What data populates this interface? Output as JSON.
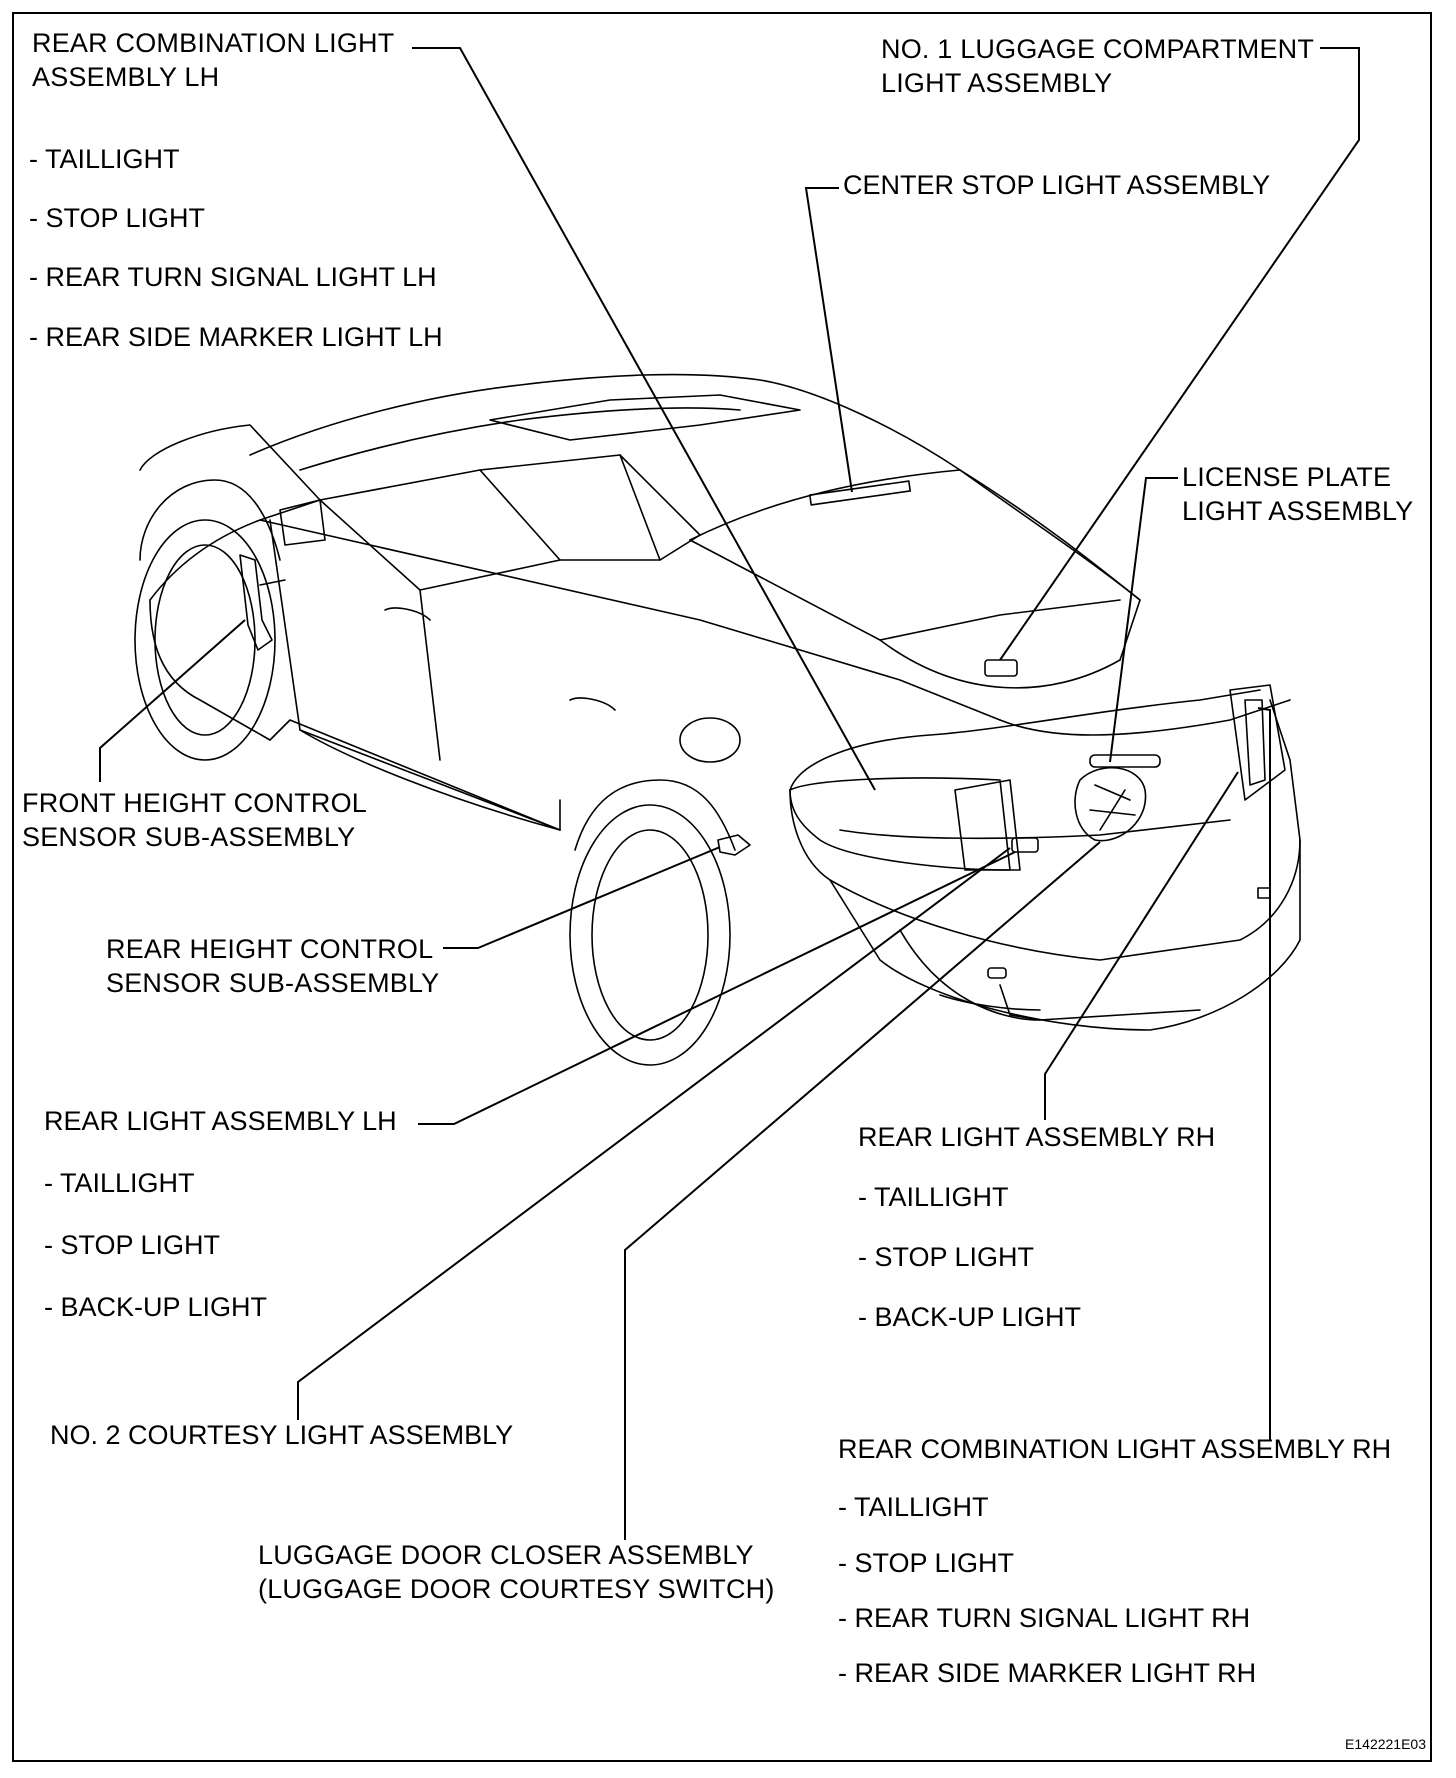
{
  "labels": {
    "rear_combo_lh": {
      "title_line1": "REAR COMBINATION LIGHT",
      "title_line2": "ASSEMBLY LH",
      "items": [
        "- TAILLIGHT",
        "- STOP LIGHT",
        "- REAR TURN SIGNAL LIGHT LH",
        "- REAR SIDE MARKER LIGHT LH"
      ]
    },
    "luggage_comp_light": {
      "line1": "NO. 1 LUGGAGE COMPARTMENT",
      "line2": "LIGHT ASSEMBLY"
    },
    "center_stop": "CENTER STOP LIGHT ASSEMBLY",
    "license_plate": {
      "line1": "LICENSE PLATE",
      "line2": "LIGHT ASSEMBLY"
    },
    "front_height": {
      "line1": "FRONT HEIGHT CONTROL",
      "line2": "SENSOR SUB-ASSEMBLY"
    },
    "rear_height": {
      "line1": "REAR HEIGHT CONTROL",
      "line2": "SENSOR SUB-ASSEMBLY"
    },
    "rear_light_lh": {
      "title": "REAR LIGHT ASSEMBLY LH",
      "items": [
        "- TAILLIGHT",
        "- STOP LIGHT",
        "- BACK-UP LIGHT"
      ]
    },
    "rear_light_rh": {
      "title": "REAR LIGHT ASSEMBLY RH",
      "items": [
        "- TAILLIGHT",
        "- STOP LIGHT",
        "- BACK-UP LIGHT"
      ]
    },
    "courtesy": "NO. 2 COURTESY LIGHT ASSEMBLY",
    "door_closer": {
      "line1": "LUGGAGE DOOR CLOSER ASSEMBLY",
      "line2": "(LUGGAGE DOOR COURTESY SWITCH)"
    },
    "rear_combo_rh": {
      "title": "REAR COMBINATION LIGHT ASSEMBLY RH",
      "items": [
        "- TAILLIGHT",
        "- STOP LIGHT",
        "- REAR TURN SIGNAL LIGHT RH",
        "- REAR SIDE MARKER LIGHT RH"
      ]
    }
  },
  "figure_code": "E142221E03"
}
